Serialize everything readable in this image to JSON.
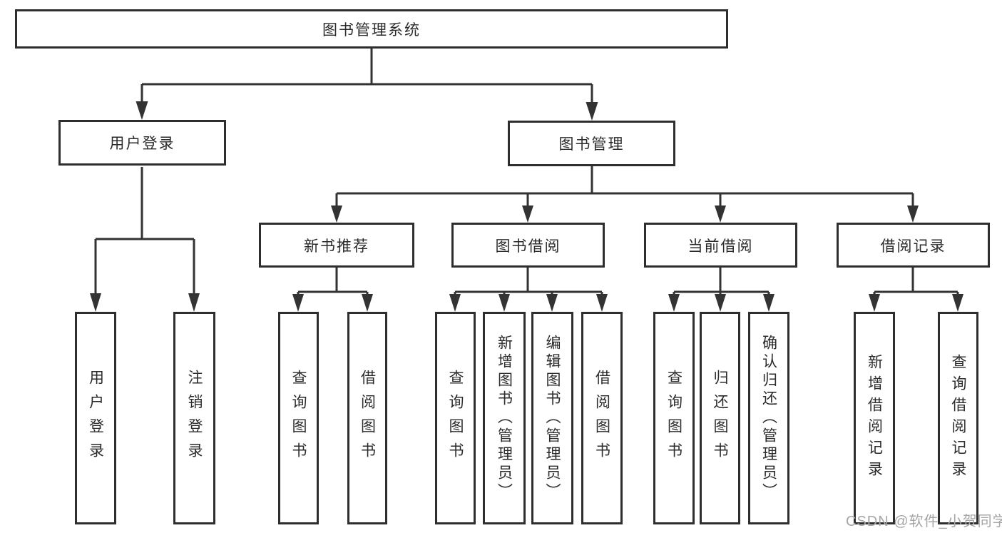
{
  "diagram": {
    "root": {
      "label": "图书管理系统"
    },
    "level2": {
      "user_login": {
        "label": "用户登录"
      },
      "book_mgmt": {
        "label": "图书管理"
      }
    },
    "level3": {
      "new_book_rec": {
        "label": "新书推荐"
      },
      "book_borrow": {
        "label": "图书借阅"
      },
      "current_borrow": {
        "label": "当前借阅"
      },
      "borrow_record": {
        "label": "借阅记录"
      }
    },
    "leaves": {
      "user_login": [
        "用户登录",
        "注销登录"
      ],
      "new_book_rec": [
        "查询图书",
        "借阅图书"
      ],
      "book_borrow": [
        "查询图书",
        "新增图书（管理员）",
        "编辑图书（管理员）",
        "借阅图书"
      ],
      "current_borrow": [
        "查询图书",
        "归还图书",
        "确认归还（管理员）"
      ],
      "borrow_record": [
        "新增借阅记录",
        "查询借阅记录"
      ]
    },
    "colors": {
      "line": "#333333",
      "box_border": "#2e2e2e",
      "text": "#2b2b2b",
      "watermark": "#a6a6a6"
    },
    "watermark": "CSDN @软件_小贺同学"
  }
}
